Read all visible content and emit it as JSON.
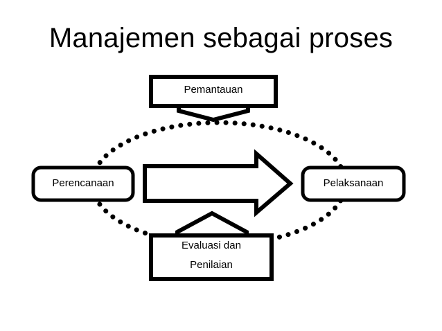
{
  "page": {
    "title": "Manajemen sebagai proses",
    "background_color": "#ffffff",
    "stroke_color": "#000000",
    "fill_color": "#ffffff"
  },
  "diagram": {
    "type": "process-cycle",
    "nodes": [
      {
        "id": "pemantauan",
        "label": "Pemantauan",
        "shape": "rectangle-with-chevron-tail",
        "position": "top"
      },
      {
        "id": "perencanaan",
        "label": "Perencanaan",
        "shape": "rounded-rectangle",
        "position": "left"
      },
      {
        "id": "pelaksanaan",
        "label": "Pelaksanaan",
        "shape": "rounded-rectangle",
        "position": "right"
      },
      {
        "id": "evaluasi",
        "label_line1": "Evaluasi dan",
        "label_line2": "Penilaian",
        "shape": "rectangle-with-chevron-top",
        "position": "bottom"
      }
    ],
    "connectors": [
      {
        "id": "cycle-ellipse",
        "style": "dotted",
        "shape": "ellipse",
        "description": "dotted ellipse linking all four nodes"
      },
      {
        "id": "main-arrow",
        "style": "solid-outline",
        "shape": "block-arrow",
        "direction": "right",
        "from": "perencanaan",
        "to": "pelaksanaan"
      }
    ]
  }
}
